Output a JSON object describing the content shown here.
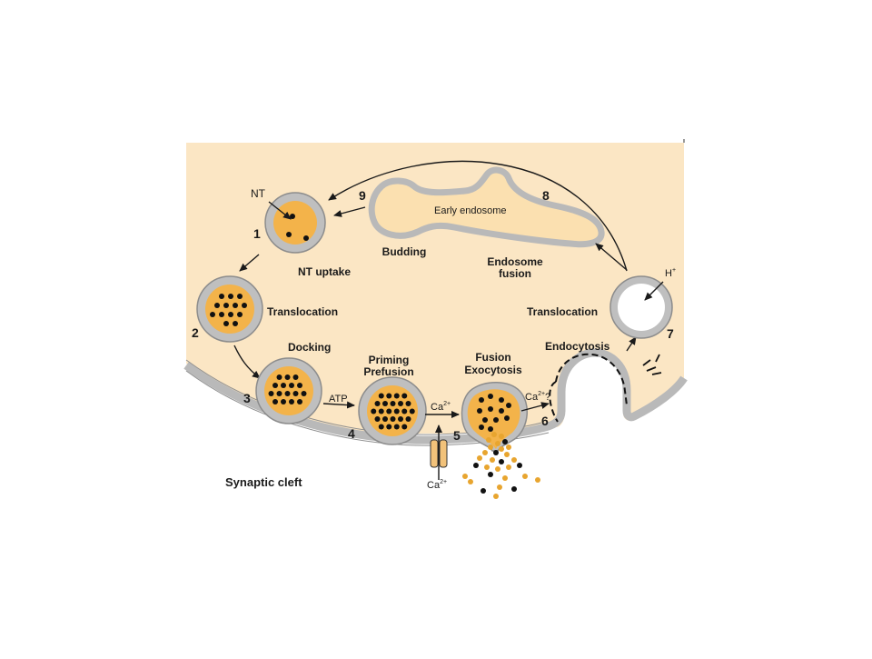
{
  "colors": {
    "cytoplasm": "#fbe6c4",
    "membrane": "#b9b9b9",
    "membrane_edge": "#8f8f8f",
    "vesicle_fill": "#f3b34a",
    "neurotransmitter": "#111111",
    "transmitter_gold": "#e8a52f",
    "endosome_fill": "#fbe0b0",
    "channel": "#f2c27a"
  },
  "labels": {
    "nt": "NT",
    "nt_uptake": "NT uptake",
    "translocation_left": "Translocation",
    "docking": "Docking",
    "atp": "ATP",
    "priming_1": "Priming",
    "priming_2": "Prefusion",
    "fusion_1": "Fusion",
    "fusion_2": "Exocytosis",
    "ca_cleft": "Ca",
    "ca_cleft_sup": "2+",
    "ca_inner": "Ca",
    "ca_inner_sup": "2+",
    "ca_q": "Ca",
    "ca_q_sup": "2+",
    "ca_q_mark": "?",
    "endocytosis": "Endocytosis",
    "translocation_right": "Translocation",
    "h_plus": "H",
    "h_plus_sup": "+",
    "endosome_fusion_1": "Endosome",
    "endosome_fusion_2": "fusion",
    "early_endosome": "Early endosome",
    "budding": "Budding",
    "synaptic_cleft": "Synaptic cleft"
  },
  "steps": {
    "s1": "1",
    "s2": "2",
    "s3": "3",
    "s4": "4",
    "s5": "5",
    "s6": "6",
    "s7": "7",
    "s8": "8",
    "s9": "9"
  }
}
